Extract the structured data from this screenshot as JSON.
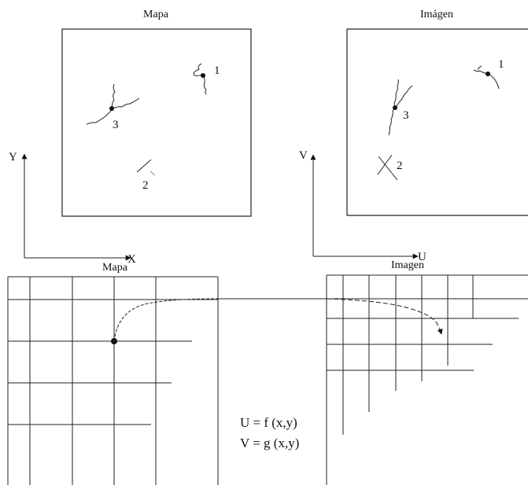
{
  "top_left": {
    "title": "Mapa",
    "points": [
      "1",
      "2",
      "3"
    ]
  },
  "top_right": {
    "title": "Imágen",
    "points": [
      "1",
      "2",
      "3"
    ]
  },
  "axes": {
    "y_left": "Y",
    "x_left": "X",
    "v_right": "V",
    "u_right": "U"
  },
  "bottom_left": {
    "title": "Mapa"
  },
  "bottom_right": {
    "title": "Imagen"
  },
  "equations": {
    "u": "U = f (x,y)",
    "v": "V = g (x,y)"
  }
}
